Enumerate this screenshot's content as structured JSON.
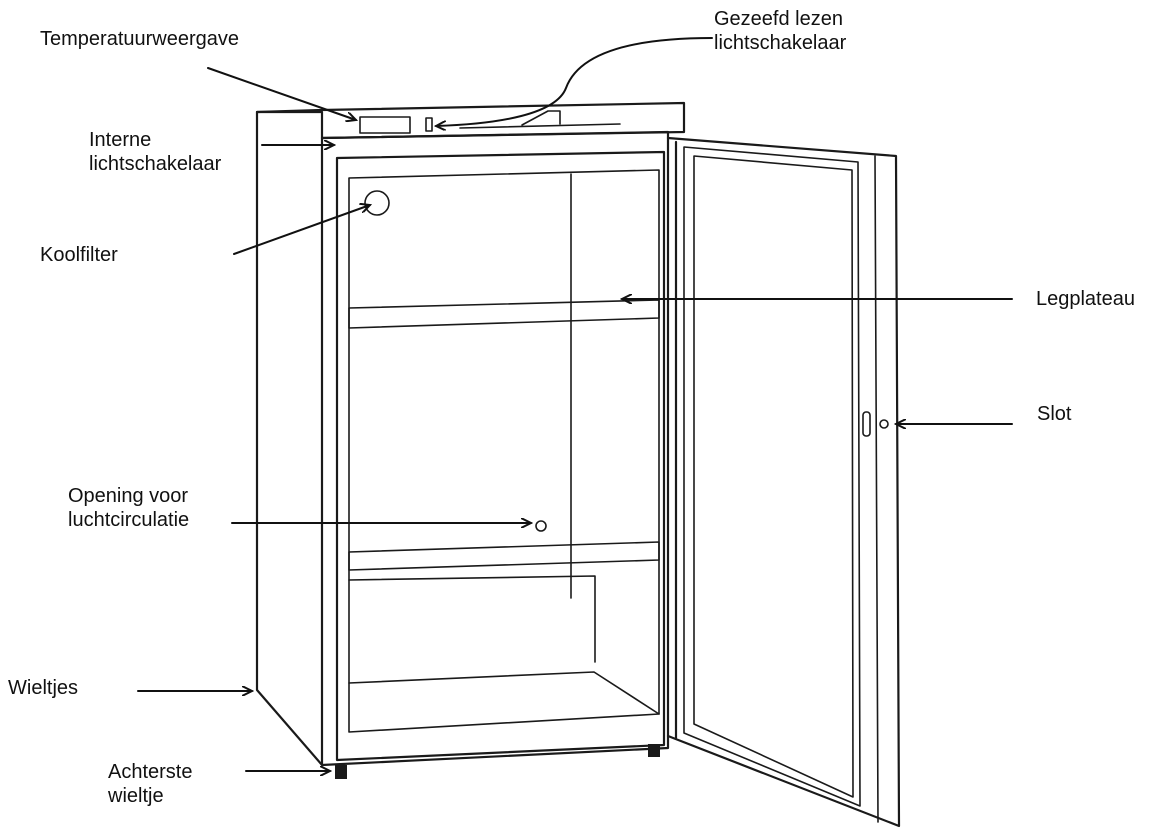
{
  "labels": {
    "temperature_display": "Temperatuurweergave",
    "sealed_light_switch": "Gezeefd lezen\nlichtschakelaar",
    "internal_light_switch": "Interne\nlichtschakelaar",
    "carbon_filter": "Koolfilter",
    "shelf": "Legplateau",
    "lock": "Slot",
    "air_circulation_opening": "Opening voor\nluchtcirculatie",
    "wheels": "Wieltjes",
    "rear_wheel": "Achterste\nwieltje"
  },
  "colors": {
    "line": "#1a1a1a",
    "text": "#111111",
    "background": "#ffffff"
  }
}
